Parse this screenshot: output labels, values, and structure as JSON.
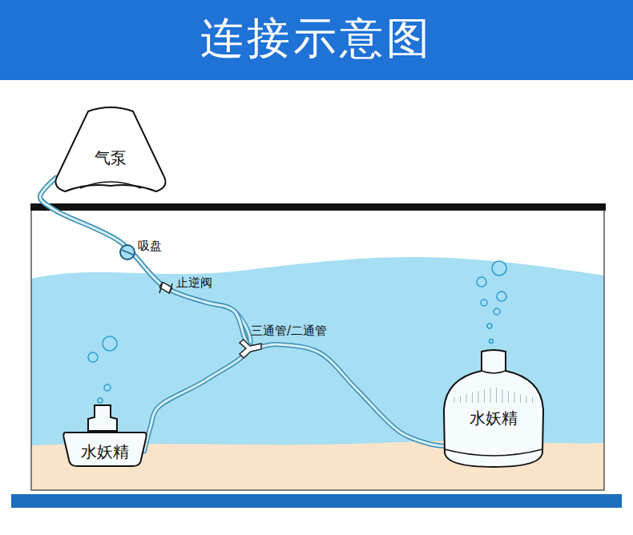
{
  "diagram": {
    "title": "连接示意图",
    "nodes": [
      {
        "text": [
          "气泵"
        ]
      },
      {
        "text": [
          "水妖精"
        ]
      },
      {
        "text": [
          "水妖精"
        ]
      }
    ],
    "edges": [
      {
        "from": 0,
        "to": 1,
        "arrow": "none"
      },
      {
        "from": 0,
        "to": 2,
        "arrow": "none"
      }
    ],
    "labels": [
      "吸盘",
      "止逆阀",
      "三通管/二通管"
    ]
  }
}
